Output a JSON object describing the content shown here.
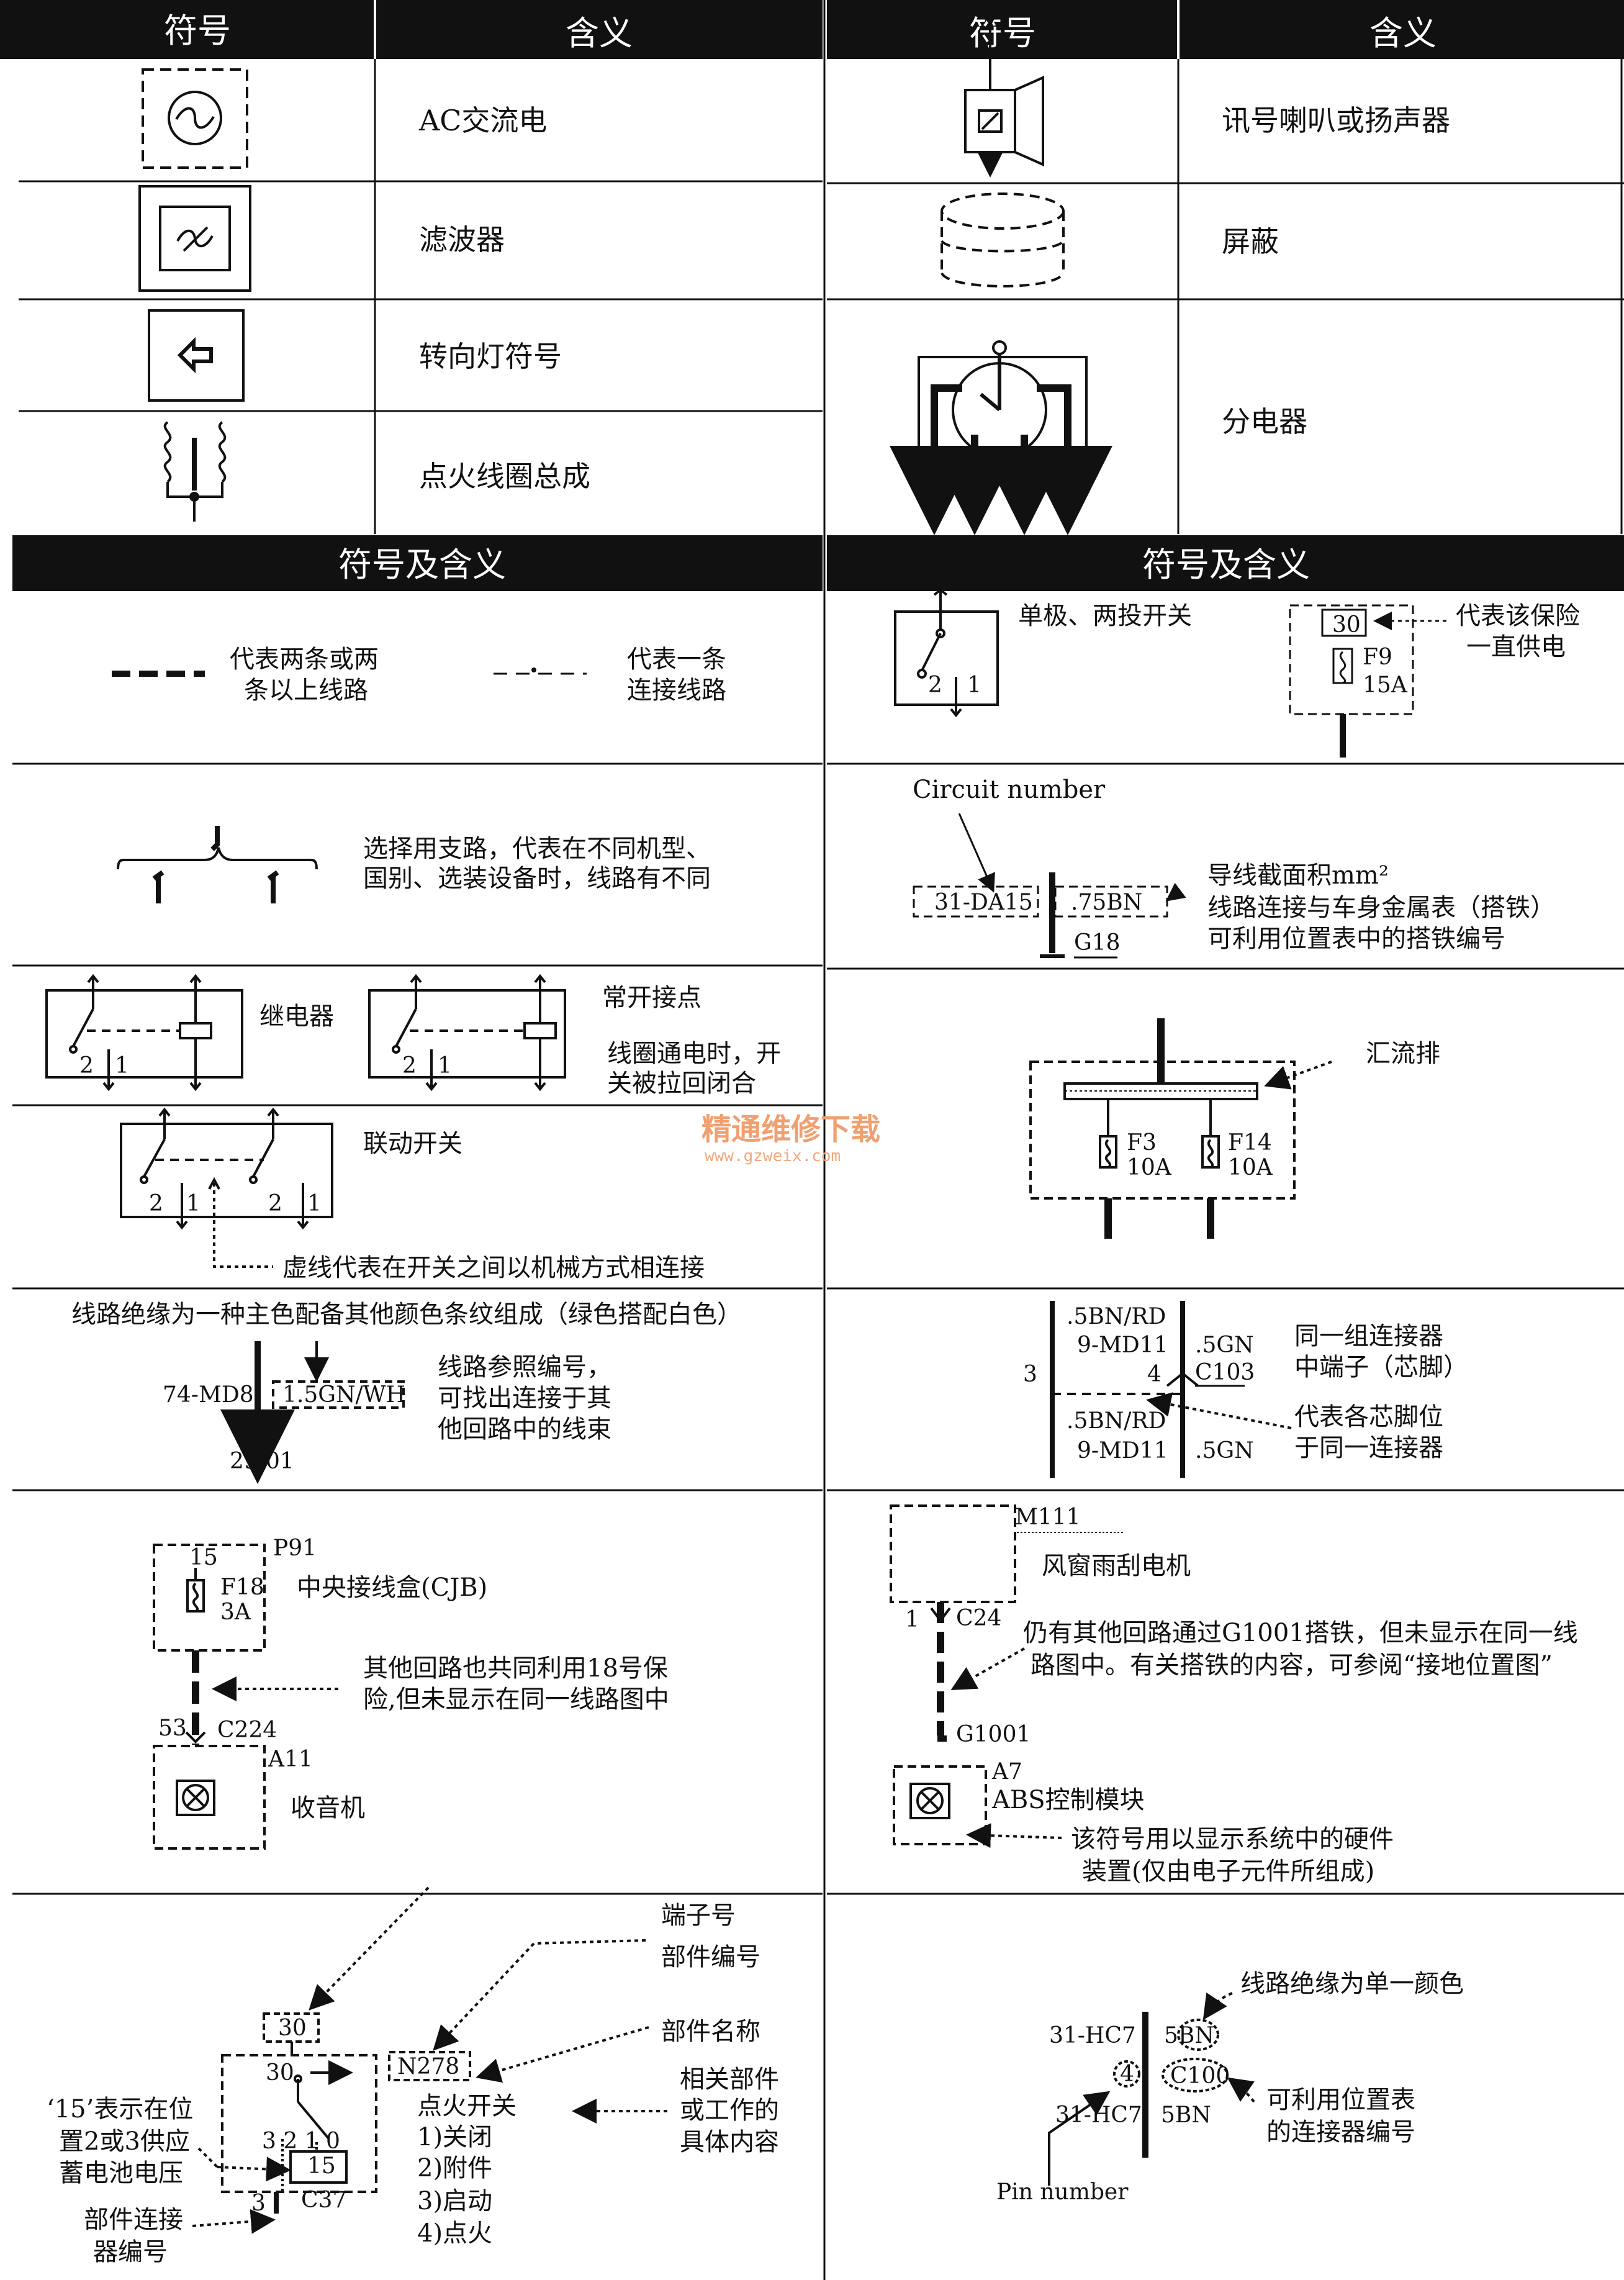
{
  "top_left": {
    "col_symbol": "符号",
    "col_meaning": "含义",
    "rows": [
      {
        "icon": "ac-source-icon",
        "meaning": "AC交流电"
      },
      {
        "icon": "filter-icon",
        "meaning": "滤波器"
      },
      {
        "icon": "turn-signal-icon",
        "meaning": "转向灯符号"
      },
      {
        "icon": "ignition-coil-icon",
        "meaning": "点火线圈总成"
      }
    ]
  },
  "top_right": {
    "col_symbol": "符号",
    "col_meaning": "含义",
    "rows": [
      {
        "icon": "horn-speaker-icon",
        "meaning": "讯号喇叭或扬声器"
      },
      {
        "icon": "shield-icon",
        "meaning": "屏蔽"
      },
      {
        "icon": "distributor-icon",
        "meaning": "分电器"
      }
    ]
  },
  "section_left_header": "符号及含义",
  "section_right_header": "符号及含义",
  "wires": {
    "multi_label_1": "代表两条或两",
    "multi_label_2": "条以上线路",
    "single_label_1": "代表一条",
    "single_label_2": "连接线路"
  },
  "spdt": {
    "label": "单极、两投开关",
    "pin2": "2",
    "pin1": "1",
    "fuse_top": "30",
    "fuse_name": "F9",
    "fuse_rating": "15A",
    "fuse_note_1": "代表该保险",
    "fuse_note_2": "一直供电"
  },
  "branch": {
    "label_1": "选择用支路，代表在不同机型、",
    "label_2": "国别、选装设备时，线路有不同"
  },
  "circuit": {
    "title": "Circuit number",
    "code": "31-DA15",
    "size": ".75BN",
    "ground": "G18",
    "note_1": "导线截面积mm²",
    "note_2": "线路连接与车身金属表（搭铁）",
    "note_3": "可利用位置表中的搭铁编号"
  },
  "relay": {
    "label": "继电器",
    "no_label": "常开接点",
    "note_1": "线圈通电时，开",
    "note_2": "关被拉回闭合",
    "pin2": "2",
    "pin1": "1"
  },
  "busbar": {
    "label": "汇流排",
    "f1_name": "F3",
    "f1_rating": "10A",
    "f2_name": "F14",
    "f2_rating": "10A"
  },
  "ganged": {
    "label": "联动开关",
    "note": "虚线代表在开关之间以机械方式相连接",
    "pin2": "2",
    "pin1": "1"
  },
  "watermark": {
    "line1": "精通维修下载",
    "line2": "www.gzweix.com"
  },
  "insulation": {
    "title": "线路绝缘为一种主色配备其他颜色条纹组成（绿色搭配白色）",
    "from": "74-MD8",
    "wire": "1.5GN/WH",
    "to": "29-01",
    "note_1": "线路参照编号，",
    "note_2": "可找出连接于其",
    "note_3": "他回路中的线束"
  },
  "connector": {
    "top_code": ".5BN/RD",
    "top_circuit": "9-MD11",
    "right_top": ".5GN",
    "connector": "C103",
    "pin_left": "3",
    "pin_mid": "4",
    "bot_code": ".5BN/RD",
    "bot_circuit": "9-MD11",
    "right_bot": ".5GN",
    "note_1": "同一组连接器",
    "note_2": "中端子（芯脚）",
    "note_3": "代表各芯脚位",
    "note_4": "于同一连接器"
  },
  "cjb": {
    "pin": "15",
    "box": "P91",
    "fuse": "F18",
    "rating": "3A",
    "name": "中央接线盒(CJB)",
    "note_1": "其他回路也共同利用18号保",
    "note_2": "险,但未显示在同一线路图中",
    "c_pin": "53",
    "connector": "C224",
    "radio": "A11",
    "radio_name": "收音机"
  },
  "wiper": {
    "code": "M111",
    "name": "风窗雨刮电机",
    "pin": "1",
    "connector": "C24",
    "note_1": "仍有其他回路通过G1001搭铁，但未显示在同一线",
    "note_2": "路图中。有关搭铁的内容，可参阅“接地位置图”",
    "ground": "G1001",
    "abs": "A7",
    "abs_name": "ABS控制模块",
    "hw_note_1": "该符号用以显示系统中的硬件",
    "hw_note_2": "装置(仅由电子元件所组成)"
  },
  "ignition": {
    "terminal_no": "端子号",
    "part_no": "部件编号",
    "part_name": "部件名称",
    "related_1": "相关部件",
    "related_2": "或工作的",
    "related_3": "具体内容",
    "top_pin": "30",
    "inner_pin": "30",
    "part_code": "N278",
    "name": "点火开关",
    "opt1": "1)关闭",
    "opt2": "2)附件",
    "opt3": "3)启动",
    "opt4": "4)点火",
    "positions": "3 2 1 0",
    "pin15": "15",
    "c_pin": "3",
    "connector": "C37",
    "note15_1": "‘15’表示在位",
    "note15_2": "置2或3供应",
    "note15_3": "蓄电池电压",
    "conn_note_1": "部件连接",
    "conn_note_2": "器编号"
  },
  "single_color": {
    "title": "线路绝缘为单一颜色",
    "left_top": "31-HC7",
    "wire_top": "5BN",
    "pin": "4",
    "connector": "C100",
    "left_bot": "31-HC7",
    "wire_bot": "5BN",
    "note_1": "可利用位置表",
    "note_2": "的连接器编号",
    "pin_number": "Pin number"
  }
}
